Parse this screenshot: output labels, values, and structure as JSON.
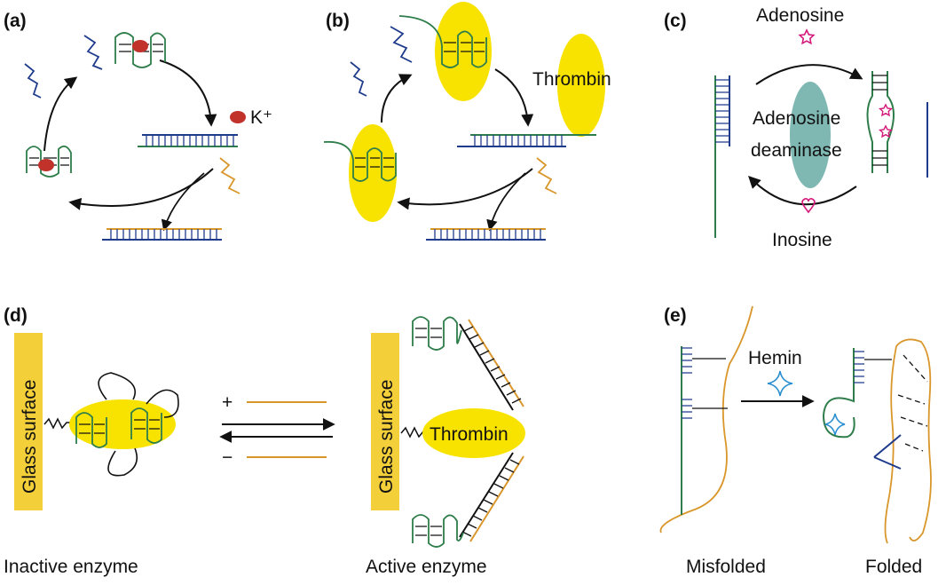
{
  "panels": {
    "a": {
      "letter": "(a)",
      "ion_label": "K⁺"
    },
    "b": {
      "letter": "(b)",
      "protein_label": "Thrombin"
    },
    "c": {
      "letter": "(c)",
      "top_label": "Adenosine",
      "enzyme_label_1": "Adenosine",
      "enzyme_label_2": "deaminase",
      "bottom_label": "Inosine"
    },
    "d": {
      "letter": "(d)",
      "surface_left": "Glass surface",
      "surface_right": "Glass surface",
      "plus": "+",
      "minus": "−",
      "protein_label": "Thrombin",
      "caption_left": "Inactive enzyme",
      "caption_right": "Active enzyme"
    },
    "e": {
      "letter": "(e)",
      "cofactor_label": "Hemin",
      "caption_left": "Misfolded",
      "caption_right": "Folded"
    }
  },
  "colors": {
    "dna_green": "#2e7d4a",
    "dna_blue": "#1f3b8c",
    "dna_orange": "#d9962a",
    "ion_red": "#c0322a",
    "thrombin_yellow": "#f8e300",
    "deaminase_teal": "#7fb8b2",
    "adenosine_pink": "#d4197a",
    "hemin_blue": "#2a8fd0",
    "glass_yellow": "#f3cf3a"
  }
}
